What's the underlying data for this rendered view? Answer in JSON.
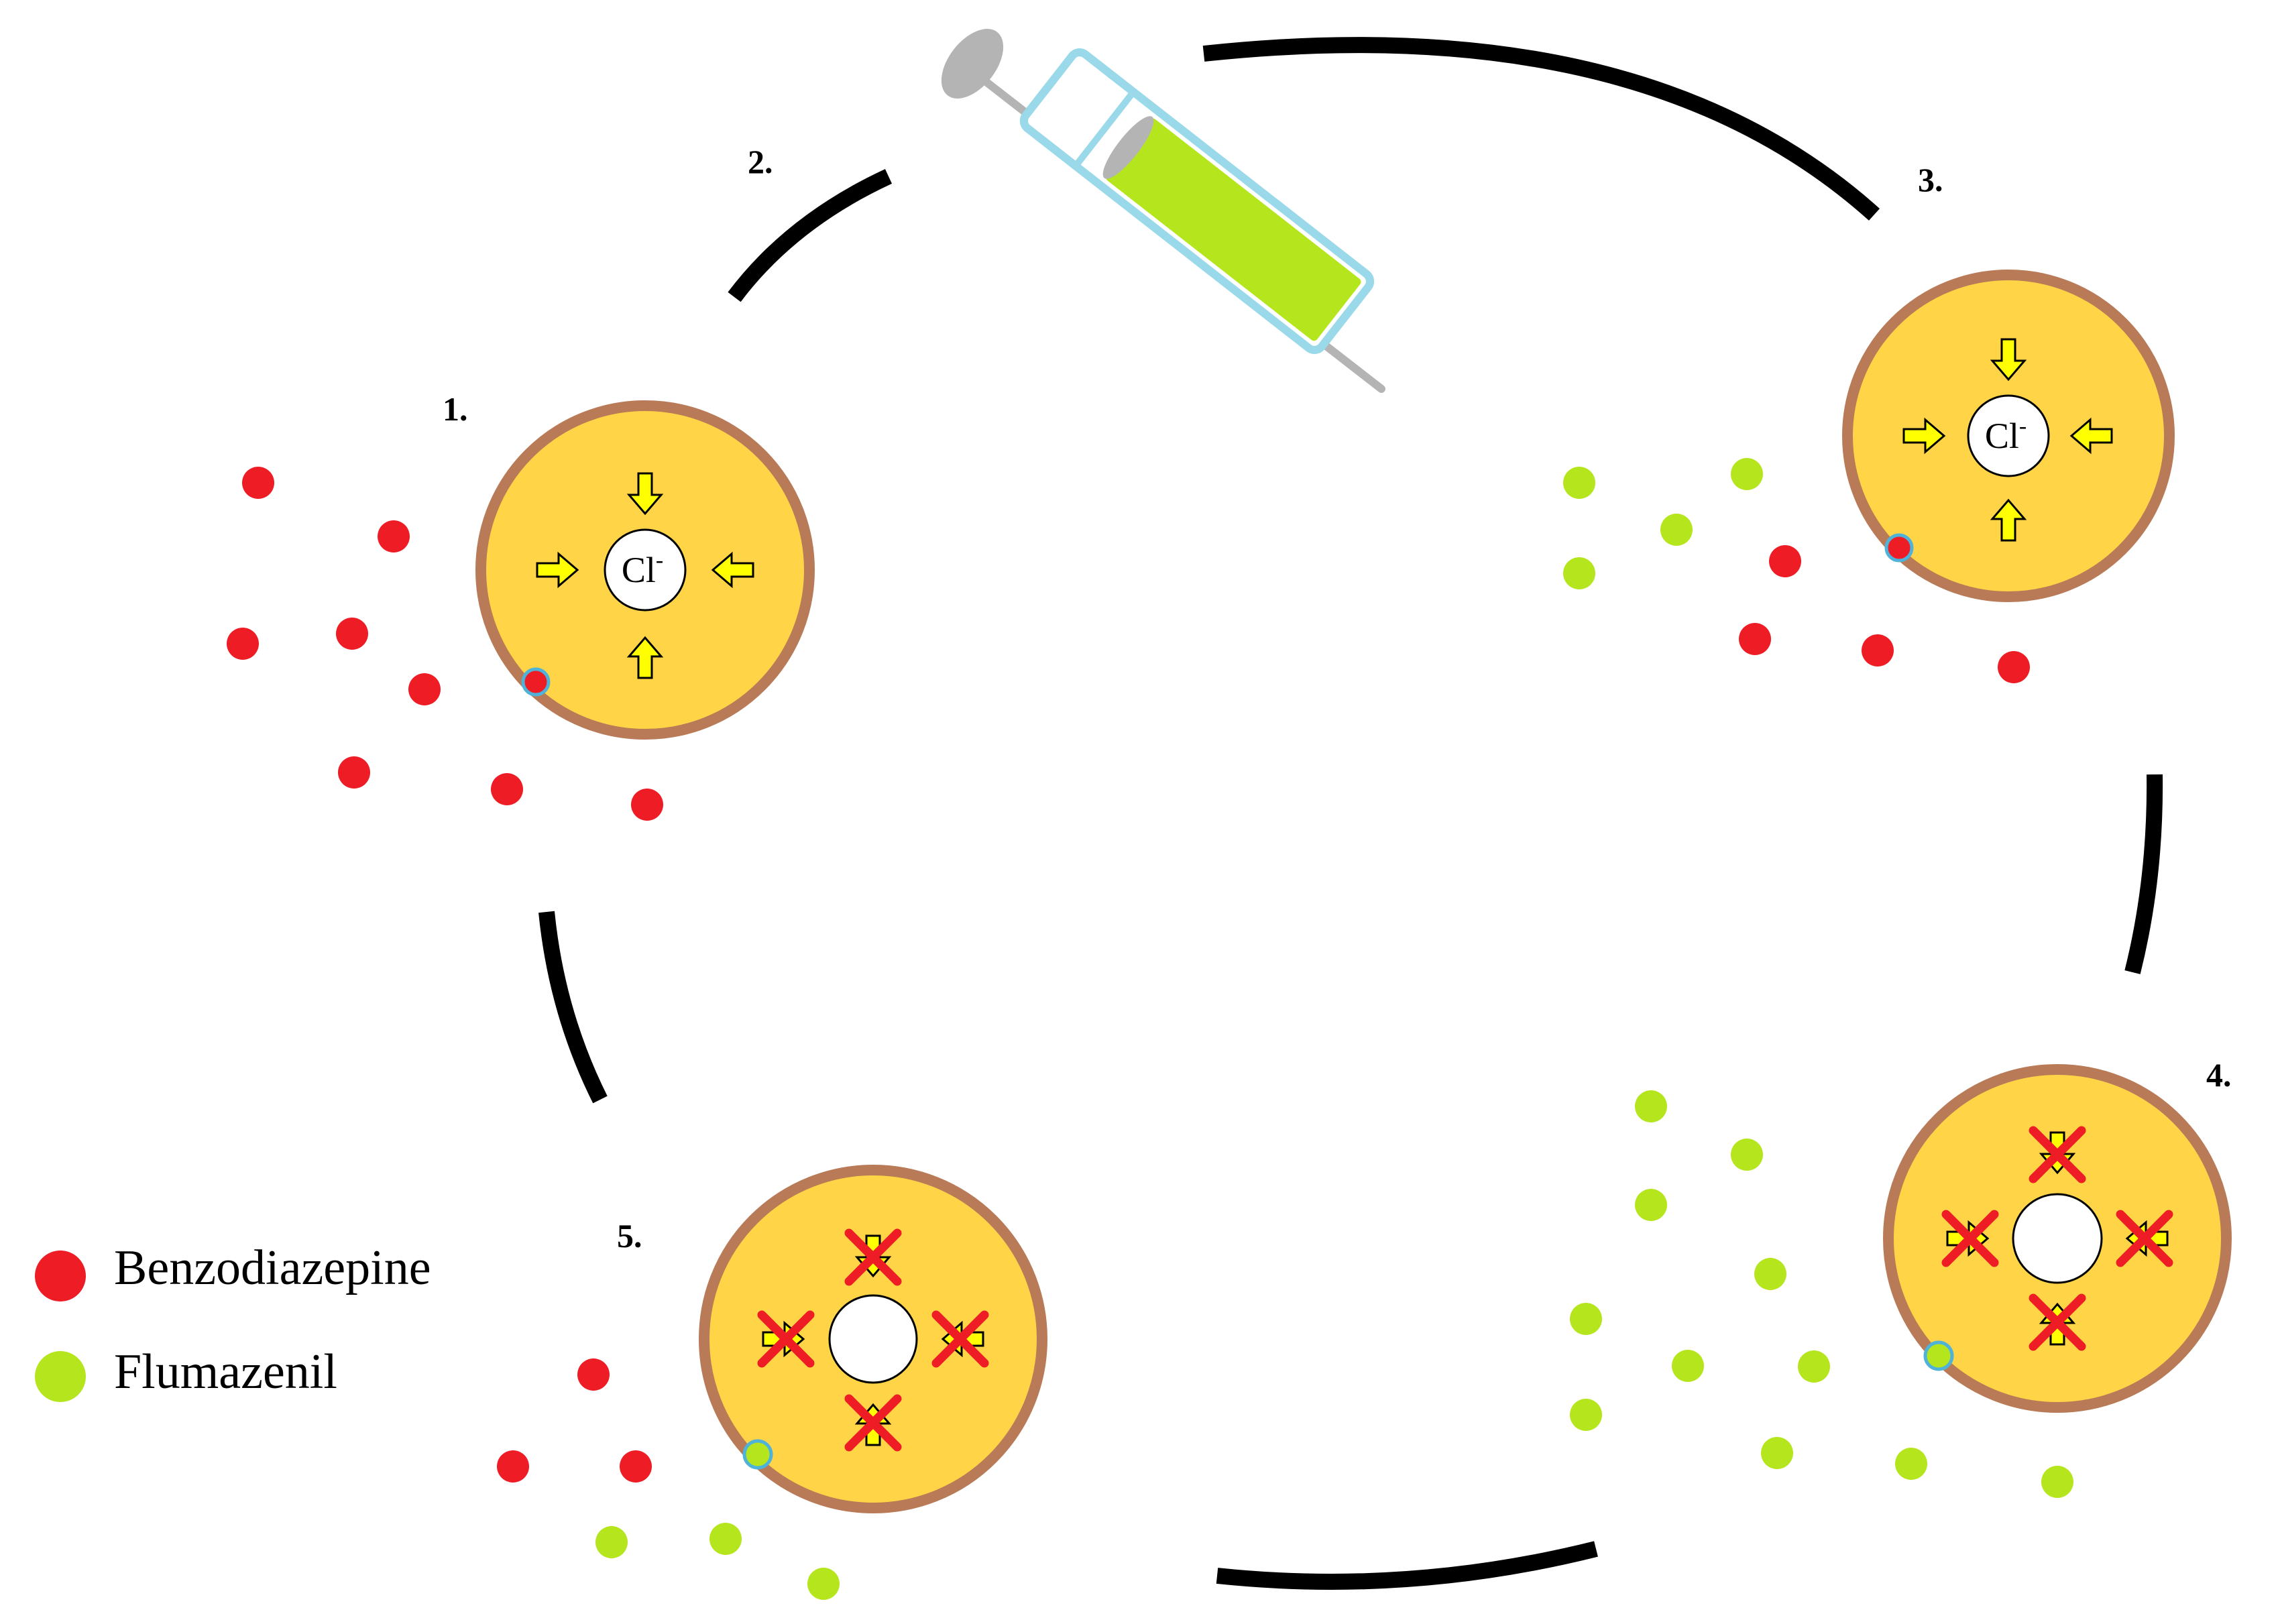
{
  "steps": {
    "s1": "1.",
    "s2": "2.",
    "s3": "3.",
    "s4": "4.",
    "s5": "5."
  },
  "ion_label": {
    "base": "Cl",
    "charge": "-"
  },
  "legend": {
    "items": [
      {
        "label": "Benzodiazepine",
        "color": "#ee1c24"
      },
      {
        "label": "Flumazenil",
        "color": "#b5e61d"
      }
    ]
  },
  "colors": {
    "cell_fill": "#ffd447",
    "cell_border": "#b97a57",
    "arrow_fill": "#ffff00",
    "x_mark": "#ee1c24",
    "receptor_ring": "#4fb3d9",
    "cycle_arc": "#000000",
    "syringe_liquid": "#b5e61d",
    "syringe_barrel": "#99d9ea",
    "plunger": "#b4b4b4"
  },
  "icons": {
    "syringe": "syringe-icon",
    "cell": "neuron-cell-icon",
    "arrow": "inflow-arrow-icon",
    "blocked": "x-mark-icon"
  }
}
